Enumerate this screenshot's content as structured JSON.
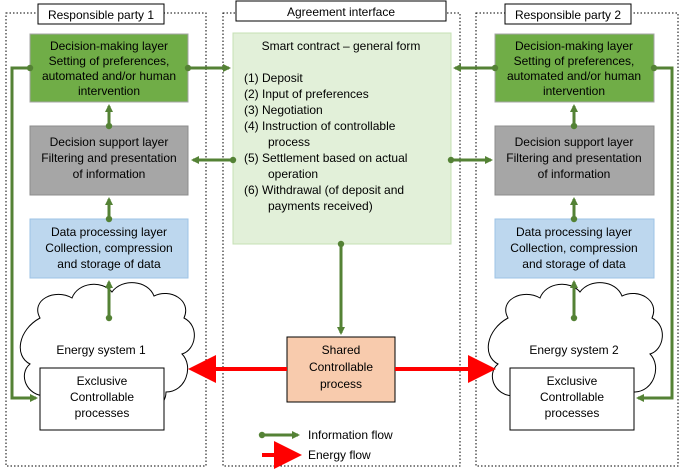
{
  "left_party": {
    "title": "Responsible party 1",
    "decision_making": [
      "Decision-making layer",
      "Setting of preferences,",
      "automated and/or human",
      "intervention"
    ],
    "decision_support": [
      "Decision support layer",
      "Filtering and presentation",
      "of information"
    ],
    "data_processing": [
      "Data processing layer",
      "Collection, compression",
      "and storage of data"
    ],
    "energy_system": "Energy system 1",
    "exclusive": [
      "Exclusive",
      "Controllable",
      "processes"
    ]
  },
  "right_party": {
    "title": "Responsible party 2",
    "decision_making": [
      "Decision-making layer",
      "Setting of preferences,",
      "automated and/or human",
      "intervention"
    ],
    "decision_support": [
      "Decision support layer",
      "Filtering and presentation",
      "of information"
    ],
    "data_processing": [
      "Data processing layer",
      "Collection, compression",
      "and storage of data"
    ],
    "energy_system": "Energy system 2",
    "exclusive": [
      "Exclusive",
      "Controllable",
      "processes"
    ]
  },
  "agreement": {
    "title": "Agreement interface",
    "contract_title": "Smart contract – general form",
    "steps": [
      "(1) Deposit",
      "(2) Input of preferences",
      "(3) Negotiation",
      "(4) Instruction of controllable",
      "process",
      "(5) Settlement based on actual",
      "operation",
      "(6) Withdrawal (of deposit and",
      "payments received)"
    ],
    "shared": [
      "Shared",
      "Controllable",
      "process"
    ]
  },
  "legend": {
    "information_flow": "Information flow",
    "energy_flow": "Energy flow"
  },
  "colors": {
    "decision_making": "#70ad47",
    "decision_support": "#a6a6a6",
    "data_processing": "#bdd7ee",
    "smart_contract": "#e2f0d9",
    "shared": "#f8cbad",
    "info_arrow": "#548235",
    "energy_arrow": "#ff0000"
  }
}
